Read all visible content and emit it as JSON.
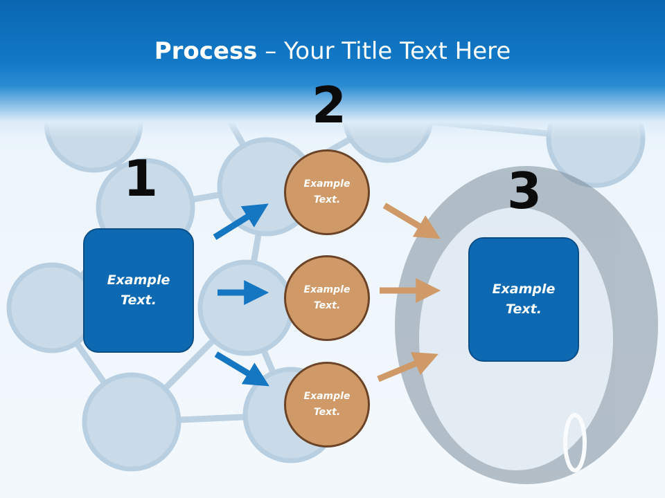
{
  "slide": {
    "title_bold": "Process",
    "title_rest": " – Your Title Text Here",
    "colors": {
      "header": "#0a66b1",
      "box_fill": "#0d69b2",
      "circle_fill": "#cf9a68",
      "circle_border": "#6b4326",
      "arrow_blue": "#1576c2",
      "arrow_tan": "#cf9a68"
    },
    "step_numbers": [
      "1",
      "2",
      "3"
    ],
    "left_box": {
      "text": "Example Text."
    },
    "middle_circles": [
      {
        "text": "Example Text."
      },
      {
        "text": "Example Text."
      },
      {
        "text": "Example Text."
      }
    ],
    "right_box": {
      "text": "Example Text."
    }
  }
}
